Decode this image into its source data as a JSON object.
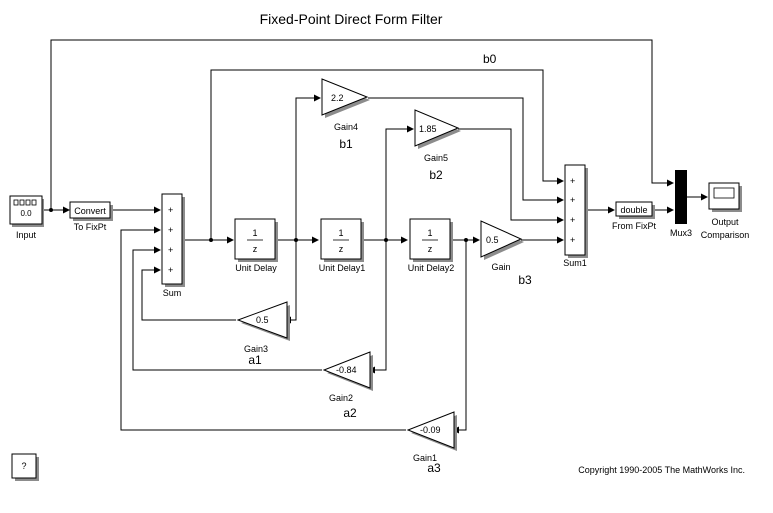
{
  "title": "Fixed-Point Direct Form Filter",
  "copyright": "Copyright 1990-2005 The MathWorks Inc.",
  "help_button": "?",
  "blocks": {
    "input": {
      "display": "0.0",
      "label": "Input"
    },
    "convert": {
      "text": "Convert",
      "label": "To FixPt"
    },
    "sum": {
      "label": "Sum",
      "signs": [
        "+",
        "+",
        "+",
        "+"
      ]
    },
    "unit_delay": {
      "num": "1",
      "den": "z",
      "label": "Unit Delay"
    },
    "unit_delay1": {
      "num": "1",
      "den": "z",
      "label": "Unit Delay1"
    },
    "unit_delay2": {
      "num": "1",
      "den": "z",
      "label": "Unit Delay2"
    },
    "gain": {
      "value": "0.5",
      "label": "Gain",
      "coef": "b3"
    },
    "gain1": {
      "value": "-0.09",
      "label": "Gain1",
      "coef": "a3"
    },
    "gain2": {
      "value": "-0.84",
      "label": "Gain2",
      "coef": "a2"
    },
    "gain3": {
      "value": "0.5",
      "label": "Gain3",
      "coef": "a1"
    },
    "gain4": {
      "value": "2.2",
      "label": "Gain4",
      "coef": "b1"
    },
    "gain5": {
      "value": "1.85",
      "label": "Gain5",
      "coef": "b2"
    },
    "sum1": {
      "label": "Sum1",
      "signs": [
        "+",
        "+",
        "+",
        "+"
      ]
    },
    "from_fixpt": {
      "text": "double",
      "label": "From FixPt"
    },
    "mux": {
      "label": "Mux3"
    },
    "scope": {
      "label_line1": "Output",
      "label_line2": "Comparison"
    }
  },
  "signal_labels": {
    "b0": "b0"
  },
  "colors": {
    "line": "#000000",
    "background": "#ffffff",
    "shadow": "#8c8c8c"
  }
}
